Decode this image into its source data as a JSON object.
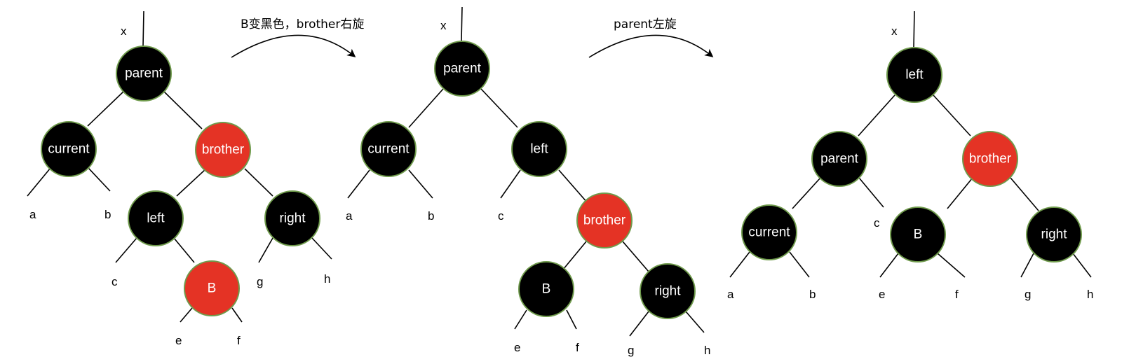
{
  "colors": {
    "black": "#000000",
    "red": "#e43325",
    "outline": "#6f9a4c"
  },
  "steps": [
    {
      "caption": "B变黑色，brother右旋"
    },
    {
      "caption": "parent左旋"
    }
  ],
  "trees": [
    {
      "x_label": "x",
      "nodes": [
        {
          "label": "parent",
          "color": "black"
        },
        {
          "label": "current",
          "color": "black"
        },
        {
          "label": "brother",
          "color": "red"
        },
        {
          "label": "left",
          "color": "black"
        },
        {
          "label": "right",
          "color": "black"
        },
        {
          "label": "B",
          "color": "red"
        }
      ],
      "leaves": [
        "a",
        "b",
        "c",
        "e",
        "f",
        "g",
        "h"
      ]
    },
    {
      "x_label": "x",
      "nodes": [
        {
          "label": "parent",
          "color": "black"
        },
        {
          "label": "current",
          "color": "black"
        },
        {
          "label": "left",
          "color": "black"
        },
        {
          "label": "brother",
          "color": "red"
        },
        {
          "label": "B",
          "color": "black"
        },
        {
          "label": "right",
          "color": "black"
        }
      ],
      "leaves": [
        "a",
        "b",
        "c",
        "e",
        "f",
        "g",
        "h"
      ]
    },
    {
      "x_label": "x",
      "nodes": [
        {
          "label": "left",
          "color": "black"
        },
        {
          "label": "parent",
          "color": "black"
        },
        {
          "label": "brother",
          "color": "red"
        },
        {
          "label": "current",
          "color": "black"
        },
        {
          "label": "B",
          "color": "black"
        },
        {
          "label": "right",
          "color": "black"
        }
      ],
      "leaves": [
        "c",
        "a",
        "b",
        "e",
        "f",
        "g",
        "h"
      ]
    }
  ]
}
